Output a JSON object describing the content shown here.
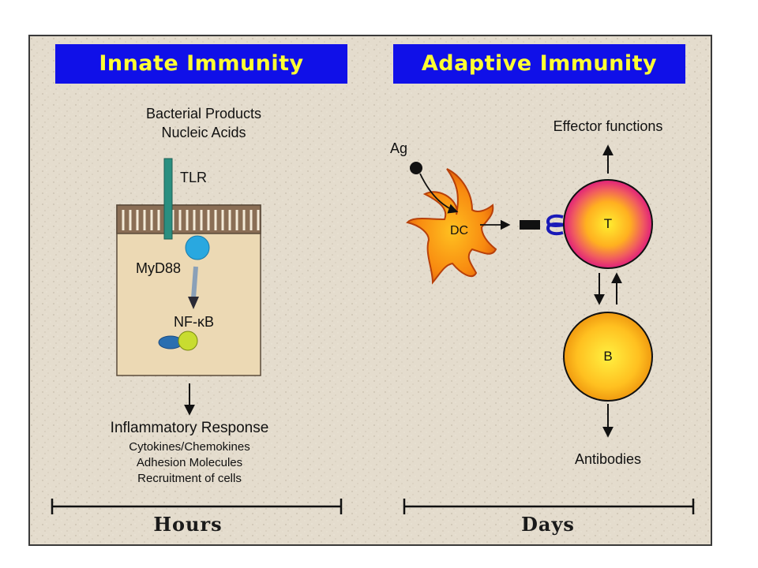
{
  "innate": {
    "title": "Innate Immunity",
    "stimulus_line1": "Bacterial Products",
    "stimulus_line2": "Nucleic Acids",
    "receptor": "TLR",
    "adaptor": "MyD88",
    "transcription_factor": "NF-κB",
    "response_title": "Inflammatory Response",
    "response_items": [
      "Cytokines/Chemokines",
      "Adhesion Molecules",
      "Recruitment of cells"
    ],
    "timescale": "Hours"
  },
  "adaptive": {
    "title": "Adaptive Immunity",
    "antigen": "Ag",
    "dendritic_cell": "DC",
    "t_cell": "T",
    "b_cell": "B",
    "effector": "Effector functions",
    "antibodies": "Antibodies",
    "timescale": "Days"
  },
  "colors": {
    "background": "#e4dccd",
    "banner_bg": "#1010e8",
    "banner_text": "#ffff33",
    "tlr": "#2a8f80",
    "myd88": "#29a8e0",
    "nfkb_a": "#2a6fb0",
    "nfkb_b": "#c8dc30",
    "dc": "#f07a10",
    "t_cell_outer": "#e02a7a",
    "b_cell_outer": "#f0a010"
  }
}
